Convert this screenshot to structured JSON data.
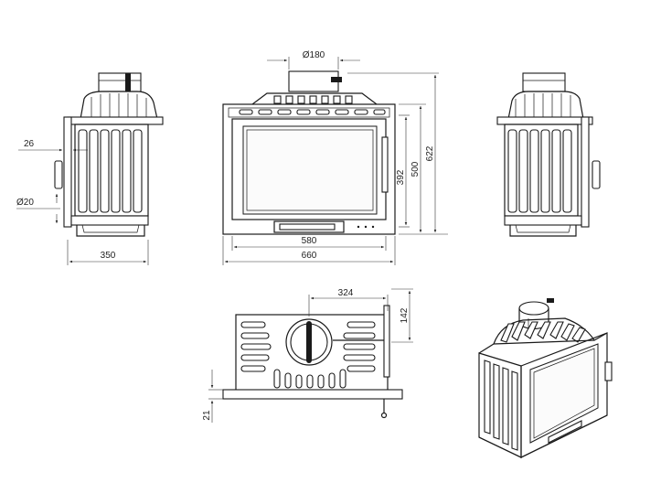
{
  "dimensions": {
    "flue_diameter": "Ø180",
    "height_total": "622",
    "height_body": "500",
    "height_glass": "392",
    "width_glass": "580",
    "width_total": "660",
    "depth_total": "350",
    "side_offset": "26",
    "side_pipe_diameter": "Ø20",
    "top_offset": "324",
    "top_depth": "142",
    "top_lip": "21"
  },
  "views": [
    "side-view-left",
    "front-view",
    "side-view-right",
    "top-view",
    "isometric-view"
  ]
}
